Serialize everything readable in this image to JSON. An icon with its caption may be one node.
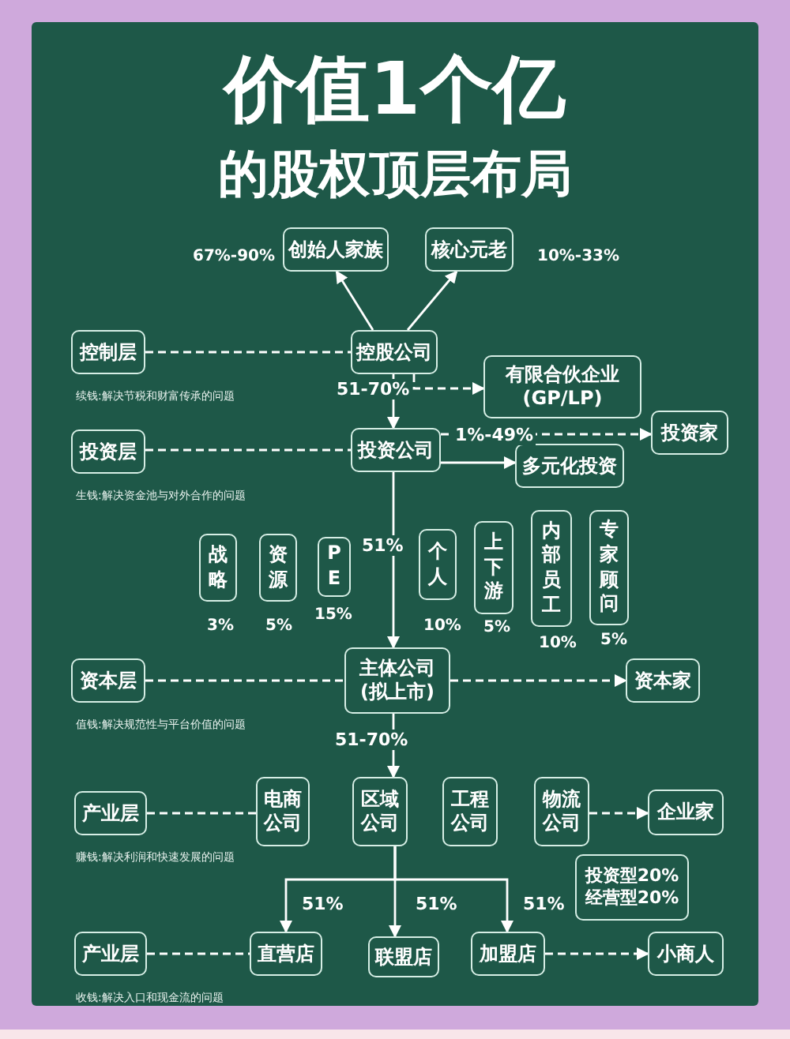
{
  "diagram": {
    "title": "价值1个亿的股权顶层布局",
    "nodes": [
      {
        "text": [
          "创始人家族"
        ],
        "beside": [
          "67%-90%"
        ]
      },
      {
        "text": [
          "核心元老"
        ],
        "beside": [
          "10%-33%"
        ]
      },
      {
        "text": [
          "控股公司"
        ]
      },
      {
        "text": [
          "控制层"
        ],
        "beside": [
          "续钱:解决节税和财富传承的问题"
        ]
      },
      {
        "text": [
          "有限合伙企业 (GP/LP)"
        ]
      },
      {
        "text": [
          "投资公司"
        ]
      },
      {
        "text": [
          "投资家"
        ]
      },
      {
        "text": [
          "投资层"
        ],
        "beside": [
          "生钱:解决资金池与对外合作的问题"
        ]
      },
      {
        "text": [
          "多元化投资"
        ]
      },
      {
        "text": [
          "战略"
        ],
        "beside": [
          "3%"
        ]
      },
      {
        "text": [
          "资源"
        ],
        "beside": [
          "5%"
        ]
      },
      {
        "text": [
          "PE"
        ],
        "beside": [
          "15%"
        ]
      },
      {
        "text": [
          "个人"
        ],
        "beside": [
          "10%"
        ]
      },
      {
        "text": [
          "上下游"
        ],
        "beside": [
          "5%"
        ]
      },
      {
        "text": [
          "内部员工"
        ],
        "beside": [
          "10%"
        ]
      },
      {
        "text": [
          "专家顾问"
        ],
        "beside": [
          "5%"
        ]
      },
      {
        "text": [
          "主体公司 (拟上市)"
        ]
      },
      {
        "text": [
          "资本层"
        ],
        "beside": [
          "值钱:解决规范性与平台价值的问题"
        ]
      },
      {
        "text": [
          "资本家"
        ]
      },
      {
        "text": [
          "产业层"
        ],
        "beside": [
          "赚钱:解决利润和快速发展的问题"
        ]
      },
      {
        "text": [
          "电商公司"
        ]
      },
      {
        "text": [
          "区域公司"
        ]
      },
      {
        "text": [
          "工程公司"
        ]
      },
      {
        "text": [
          "物流公司"
        ]
      },
      {
        "text": [
          "企业家"
        ]
      },
      {
        "text": [
          "投资型20% 经营型20%"
        ]
      },
      {
        "text": [
          "产业层"
        ],
        "beside": [
          "收钱:解决入口和现金流的问题"
        ]
      },
      {
        "text": [
          "直营店"
        ]
      },
      {
        "text": [
          "联盟店"
        ]
      },
      {
        "text": [
          "加盟店"
        ]
      },
      {
        "text": [
          "小商人"
        ]
      }
    ],
    "edges": [
      {
        "from": 2,
        "to": 0,
        "arrow": "to"
      },
      {
        "from": 2,
        "to": 1,
        "arrow": "to"
      },
      {
        "from": 3,
        "to": 2,
        "arrow": "none",
        "style": "dashed"
      },
      {
        "from": 2,
        "to": 5,
        "arrow": "to",
        "label": "51-70%"
      },
      {
        "from": 2,
        "to": 4,
        "arrow": "to",
        "style": "dashed"
      },
      {
        "from": 7,
        "to": 5,
        "arrow": "none",
        "style": "dashed"
      },
      {
        "from": 5,
        "to": 6,
        "arrow": "to",
        "style": "dashed",
        "label": "1%-49%"
      },
      {
        "from": 5,
        "to": 8,
        "arrow": "to"
      },
      {
        "from": 5,
        "to": 16,
        "arrow": "to",
        "label": "51%"
      },
      {
        "from": 17,
        "to": 16,
        "arrow": "none",
        "style": "dashed"
      },
      {
        "from": 16,
        "to": 18,
        "arrow": "to",
        "style": "dashed"
      },
      {
        "from": 16,
        "to": 21,
        "arrow": "to",
        "label": "51-70%"
      },
      {
        "from": 19,
        "to": 20,
        "arrow": "none",
        "style": "dashed"
      },
      {
        "from": 23,
        "to": 24,
        "arrow": "to",
        "style": "dashed"
      },
      {
        "from": 21,
        "to": 27,
        "arrow": "to",
        "label": "51%"
      },
      {
        "from": 21,
        "to": 28,
        "arrow": "to",
        "label": "51%"
      },
      {
        "from": 21,
        "to": 29,
        "arrow": "to",
        "label": "51%"
      },
      {
        "from": 26,
        "to": 27,
        "arrow": "none",
        "style": "dashed"
      },
      {
        "from": 29,
        "to": 30,
        "arrow": "to",
        "style": "dashed"
      }
    ]
  }
}
